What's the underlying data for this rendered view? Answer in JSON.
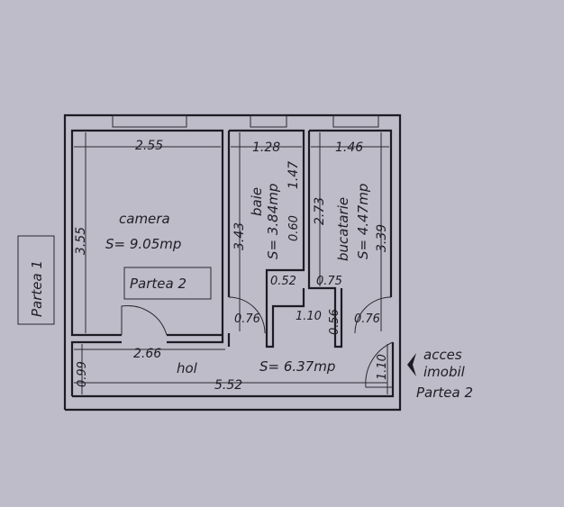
{
  "rooms": {
    "camera": {
      "name": "camera",
      "area": "S= 9.05mp",
      "width": "2.55",
      "height": "3.55",
      "door": "2.66"
    },
    "baie": {
      "name": "baie",
      "area": "S= 3.84mp",
      "width": "1.28",
      "height": "3.43",
      "upper": "1.47",
      "step": "0.60",
      "offset": "0.52",
      "door": "0.76"
    },
    "bucatarie": {
      "name": "bucatarie",
      "area": "S= 4.47mp",
      "width": "1.46",
      "height": "3.39",
      "inner": "2.73",
      "offset": "0.75",
      "door": "0.76"
    },
    "hol": {
      "name": "hol",
      "area": "S= 6.37mp",
      "length": "5.52",
      "depth": "0.99",
      "niche_width": "1.10",
      "niche_depth": "0.56",
      "entry": "1.10"
    }
  },
  "labels": {
    "partea1": "Partea 1",
    "partea2_inner": "Partea 2",
    "access": [
      "acces",
      "imobil"
    ],
    "partea2_outer": "Partea 2"
  },
  "colors": {
    "paper": "#bdbcc8",
    "ink": "#1d1c24"
  }
}
